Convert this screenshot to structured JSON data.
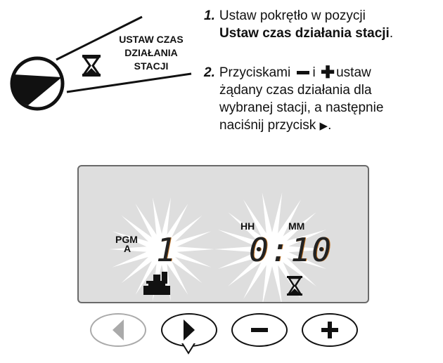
{
  "dial": {
    "label_lines": [
      "USTAW CZAS",
      "DZIAŁANIA",
      "STACJI"
    ],
    "icon": "hourglass-icon"
  },
  "steps": [
    {
      "number": "1.",
      "text": "Ustaw pokrętło w pozycji",
      "bold_text": "Ustaw czas działania stacji",
      "end": "."
    },
    {
      "number": "2.",
      "line1_a": "Przyciskami",
      "line1_b": "i",
      "line1_c": "ustaw",
      "line2": "żądany czas działania dla",
      "line3": "wybranej stacji, a następnie",
      "line4": "naciśnij przycisk",
      "line4_end": "."
    }
  ],
  "lcd": {
    "pgm_label": "PGM",
    "program": "A",
    "station": "1",
    "hh_label": "HH",
    "mm_label": "MM",
    "time": "0:10"
  },
  "buttons": [
    "back",
    "next",
    "minus",
    "plus"
  ]
}
